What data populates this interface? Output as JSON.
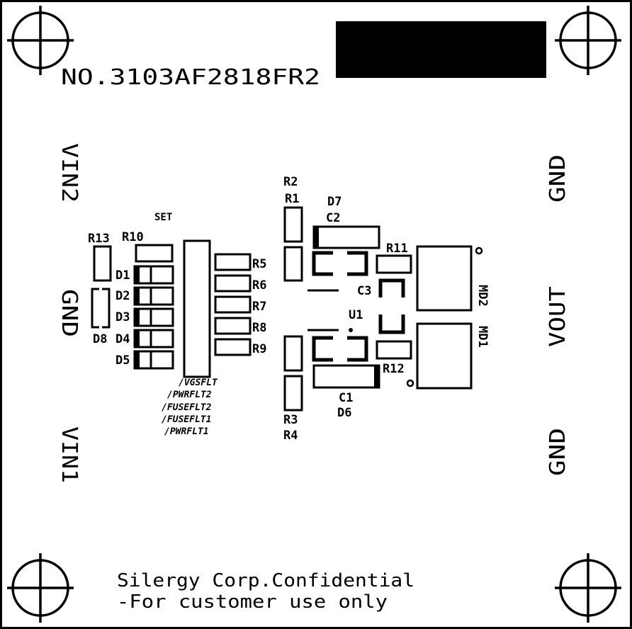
{
  "board": {
    "part_number": "NO.3103AF2818FR2",
    "confidential_line1": "Silergy Corp.Confidential",
    "confidential_line2": "-For customer use only"
  },
  "connectors": {
    "vin2": "VIN2",
    "vin1": "VIN1",
    "gnd_left": "GND",
    "gnd_right_top": "GND",
    "vout": "VOUT",
    "gnd_right_bottom": "GND"
  },
  "labels": {
    "set": "SET",
    "r13": "R13",
    "r10": "R10",
    "d1": "D1",
    "d2": "D2",
    "d3": "D3",
    "d8": "D8",
    "d4": "D4",
    "d5": "D5",
    "r5": "R5",
    "r6": "R6",
    "r7": "R7",
    "r8": "R8",
    "r9": "R9",
    "r2": "R2",
    "r1": "R1",
    "r3": "R3",
    "r4": "R4",
    "d7": "D7",
    "c2": "C2",
    "c1": "C1",
    "d6": "D6",
    "c3": "C3",
    "u1": "U1",
    "r11": "R11",
    "r12": "R12",
    "md2": "MD2",
    "md1": "MD1"
  },
  "nets": {
    "vgsflt": "/VGSFLT",
    "pwrflt2": "/PWRFLT2",
    "fuseflt2": "/FUSEFLT2",
    "fuseflt1": "/FUSEFLT1",
    "pwrflt1": "/PWRFLT1"
  }
}
